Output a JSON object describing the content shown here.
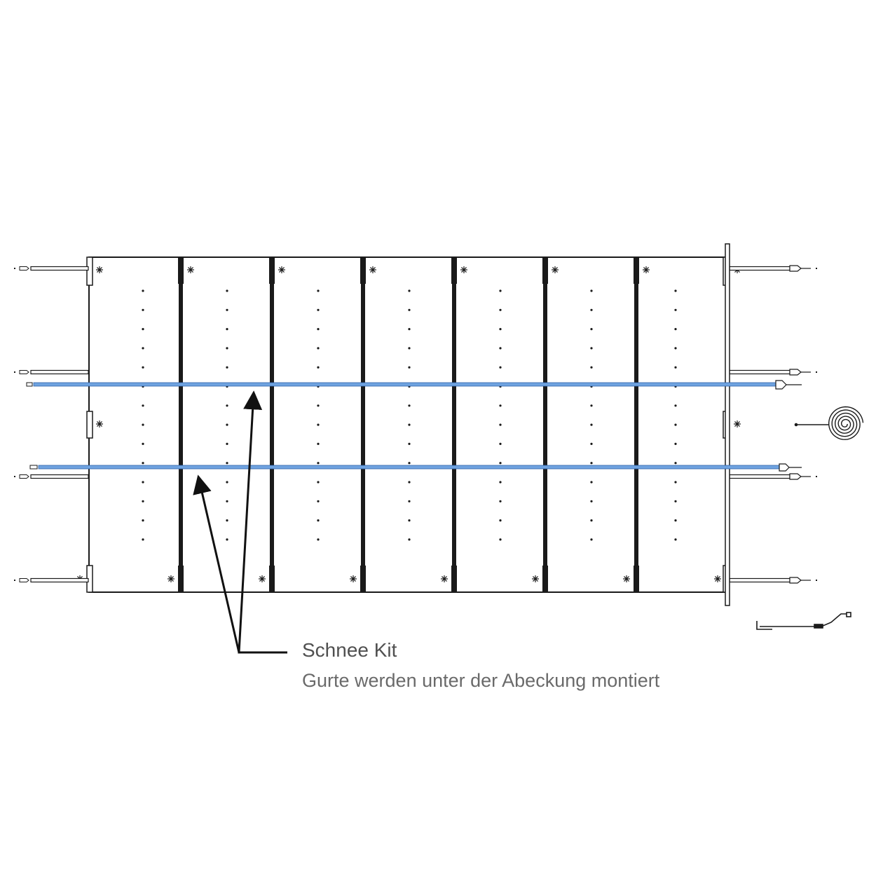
{
  "annotation": {
    "title": "Schnee Kit",
    "subtitle": "Gurte werden unter der Abeckung montiert"
  },
  "diagram": {
    "panel_count": 7,
    "straps_highlighted": 2,
    "colors": {
      "outline": "#1a1a1a",
      "strap": "#6fa3e0",
      "strap_edge": "#2f62a8",
      "text_title": "#505050",
      "text_subtitle": "#6a6a6a"
    },
    "icons": [
      "arrow-icon",
      "spring-coil-icon",
      "crank-handle-icon",
      "anchor-icon"
    ]
  }
}
